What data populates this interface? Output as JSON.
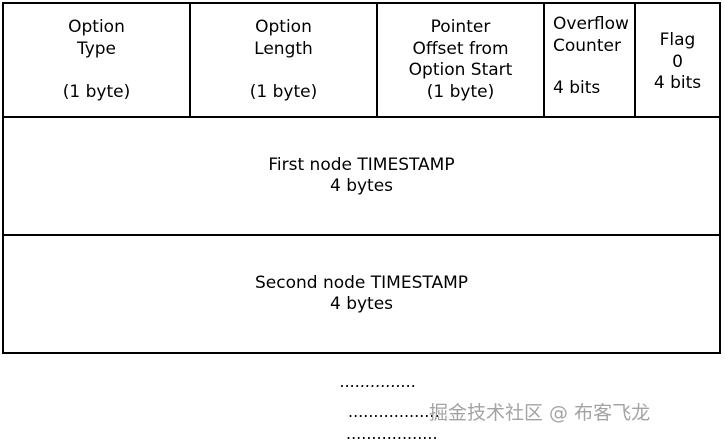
{
  "fields": {
    "option_type": {
      "line1": "Option",
      "line2": "Type",
      "size": "(1 byte)"
    },
    "option_length": {
      "line1": "Option",
      "line2": "Length",
      "size": "(1 byte)"
    },
    "pointer": {
      "line1": "Pointer",
      "line2": "Offset from",
      "line3": "Option Start",
      "size": "(1 byte)"
    },
    "overflow": {
      "line1": "Overflow",
      "line2": "Counter",
      "size": "4 bits"
    },
    "flag": {
      "line1": "Flag",
      "line2": "0",
      "size": "4 bits"
    }
  },
  "rows": {
    "first": {
      "label": "First node TIMESTAMP",
      "size": "4 bytes"
    },
    "second": {
      "label": "Second node TIMESTAMP",
      "size": "4 bytes"
    }
  },
  "continuation": {
    "dots1": "...............",
    "dots2": "..................",
    "dots3": ".................."
  },
  "watermark": "掘金技术社区 @ 布客飞龙"
}
